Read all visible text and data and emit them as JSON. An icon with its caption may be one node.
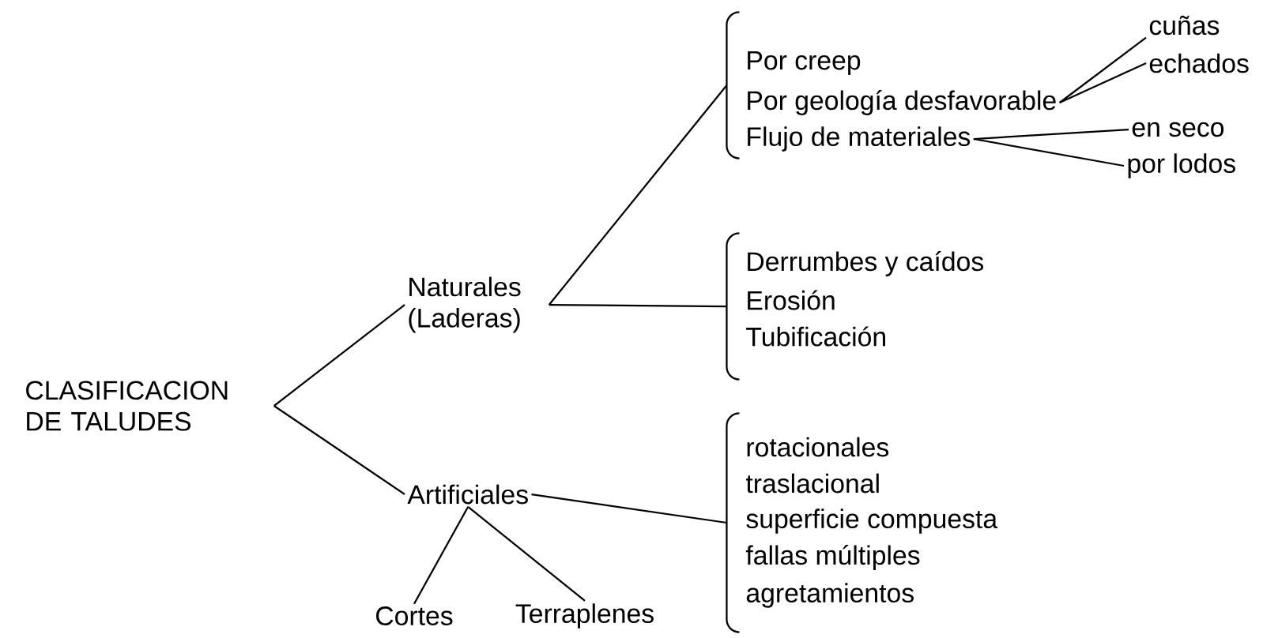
{
  "diagram": {
    "nodes": [
      {
        "text": [
          "CLASIFICACION DE TALUDES"
        ]
      },
      {
        "text": [
          "Naturales (Laderas)"
        ]
      },
      {
        "text": [],
        "shape": "bracket"
      },
      {
        "text": [
          "Por creep"
        ]
      },
      {
        "text": [
          "Por geología desfavorable"
        ]
      },
      {
        "text": [
          "Flujo de materiales"
        ]
      },
      {
        "text": [
          "cuñas"
        ]
      },
      {
        "text": [
          "echados"
        ]
      },
      {
        "text": [
          "en seco"
        ]
      },
      {
        "text": [
          "por lodos"
        ]
      },
      {
        "text": [],
        "shape": "bracket"
      },
      {
        "text": [
          "Derrumbes y caídos"
        ]
      },
      {
        "text": [
          "Erosión"
        ]
      },
      {
        "text": [
          "Tubificación"
        ]
      },
      {
        "text": [
          "Artificiales"
        ]
      },
      {
        "text": [],
        "shape": "bracket"
      },
      {
        "text": [
          "rotacionales"
        ]
      },
      {
        "text": [
          "traslacional"
        ]
      },
      {
        "text": [
          "superficie compuesta"
        ]
      },
      {
        "text": [
          "fallas múltiples"
        ]
      },
      {
        "text": [
          "agretamientos"
        ]
      },
      {
        "text": [
          "Cortes"
        ]
      },
      {
        "text": [
          "Terraplenes"
        ]
      }
    ],
    "edges": [
      {
        "from": 0,
        "to": 1,
        "arrow": "none"
      },
      {
        "from": 0,
        "to": 14,
        "arrow": "none"
      },
      {
        "from": 1,
        "to": 2,
        "arrow": "none"
      },
      {
        "from": 1,
        "to": 10,
        "arrow": "none"
      },
      {
        "from": 14,
        "to": 15,
        "arrow": "none"
      },
      {
        "from": 14,
        "to": 21,
        "arrow": "none"
      },
      {
        "from": 14,
        "to": 22,
        "arrow": "none"
      },
      {
        "from": 4,
        "to": 6,
        "arrow": "none"
      },
      {
        "from": 4,
        "to": 7,
        "arrow": "none"
      },
      {
        "from": 5,
        "to": 8,
        "arrow": "none"
      },
      {
        "from": 5,
        "to": 9,
        "arrow": "none"
      }
    ]
  }
}
